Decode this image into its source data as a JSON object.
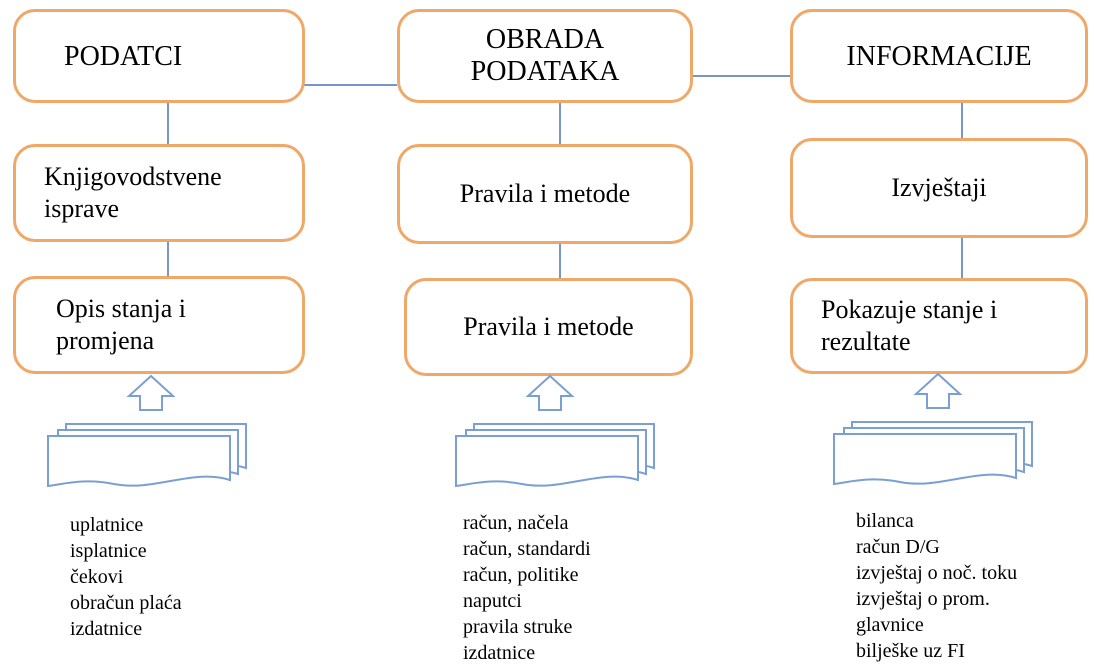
{
  "colors": {
    "box_border": "#f0a868",
    "connector": "#4a72b8",
    "icon_stroke": "#7a9fd4"
  },
  "columns": [
    {
      "header": "PODATCI",
      "middle": "Knjigovodstvene\nisprave",
      "bottom": "Opis stanja i\npromjena",
      "items": [
        "uplatnice",
        "isplatnice",
        "čekovi",
        "obračun plaća",
        "izdatnice"
      ]
    },
    {
      "header": "OBRADA\nPODATAKA",
      "middle": "Pravila i metode",
      "bottom": "Pravila i metode",
      "items": [
        "račun, načela",
        "račun, standardi",
        "račun, politike",
        "naputci",
        "pravila struke",
        "izdatnice"
      ]
    },
    {
      "header": "INFORMACIJE",
      "middle": "Izvještaji",
      "bottom": "Pokazuje stanje i\nrezultate",
      "items": [
        "bilanca",
        "račun D/G",
        "izvještaj o noč. toku",
        "izvještaj o prom.",
        "glavnice",
        "bilješke uz FI"
      ]
    }
  ],
  "icons": [
    "up-arrow-icon",
    "documents-stack-icon"
  ]
}
